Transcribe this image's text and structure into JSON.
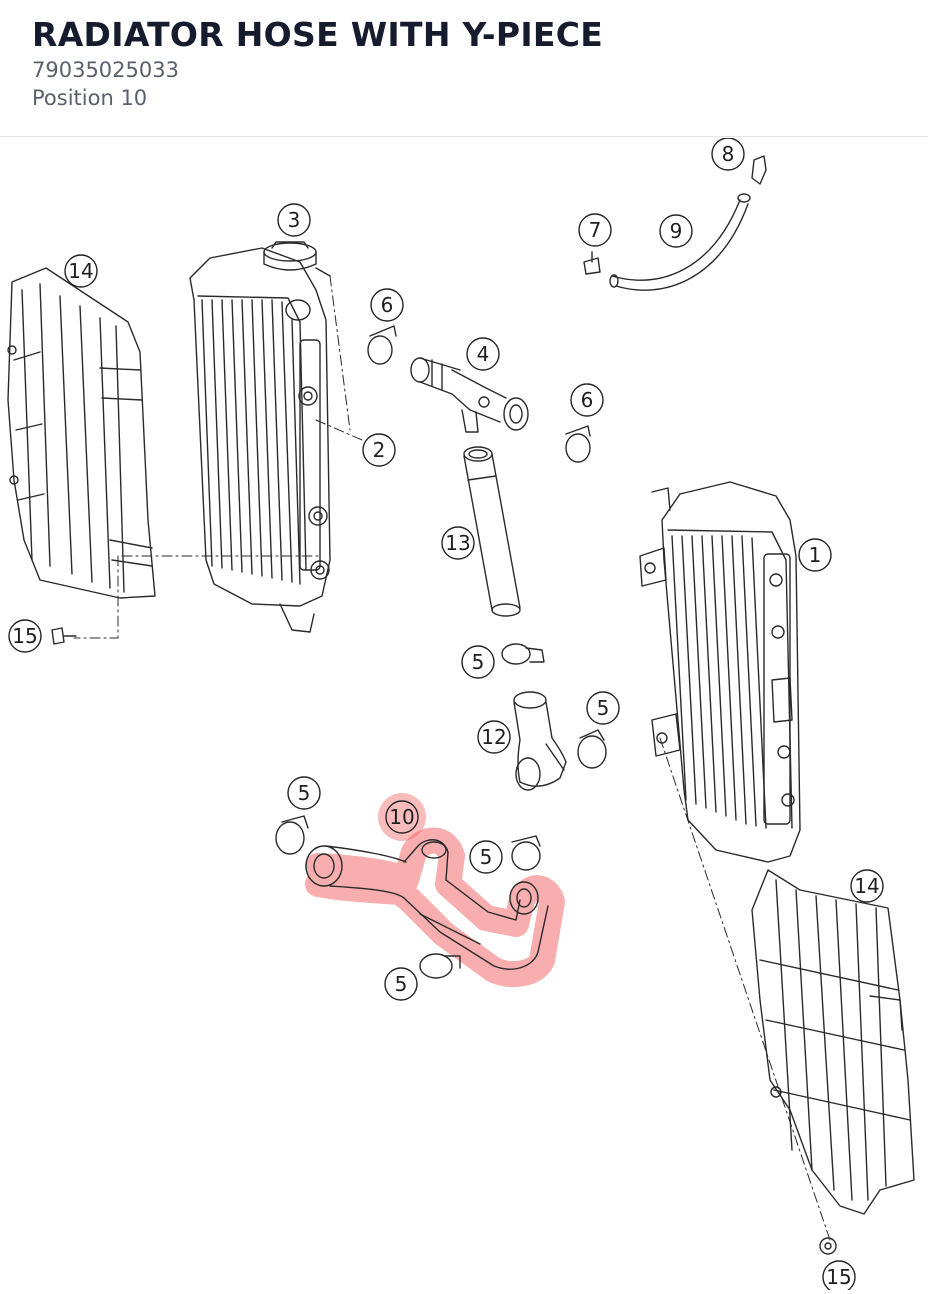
{
  "part": {
    "title": "RADIATOR HOSE WITH Y-PIECE",
    "number": "79035025033",
    "position_label": "Position 10"
  },
  "colors": {
    "title": "#161b2e",
    "subtitle": "#59606b",
    "highlight": "#f26b6b",
    "line": "#2a2a2a"
  },
  "callouts": [
    {
      "id": "c1",
      "label": "1"
    },
    {
      "id": "c2",
      "label": "2"
    },
    {
      "id": "c3",
      "label": "3"
    },
    {
      "id": "c4",
      "label": "4"
    },
    {
      "id": "c5a",
      "label": "5"
    },
    {
      "id": "c5b",
      "label": "5"
    },
    {
      "id": "c5c",
      "label": "5"
    },
    {
      "id": "c5d",
      "label": "5"
    },
    {
      "id": "c5e",
      "label": "5"
    },
    {
      "id": "c6a",
      "label": "6"
    },
    {
      "id": "c6b",
      "label": "6"
    },
    {
      "id": "c7",
      "label": "7"
    },
    {
      "id": "c8",
      "label": "8"
    },
    {
      "id": "c9",
      "label": "9"
    },
    {
      "id": "c10",
      "label": "10",
      "highlighted": true
    },
    {
      "id": "c12",
      "label": "12"
    },
    {
      "id": "c13",
      "label": "13"
    },
    {
      "id": "c14a",
      "label": "14"
    },
    {
      "id": "c14b",
      "label": "14"
    },
    {
      "id": "c15a",
      "label": "15"
    },
    {
      "id": "c15b",
      "label": "15"
    }
  ]
}
